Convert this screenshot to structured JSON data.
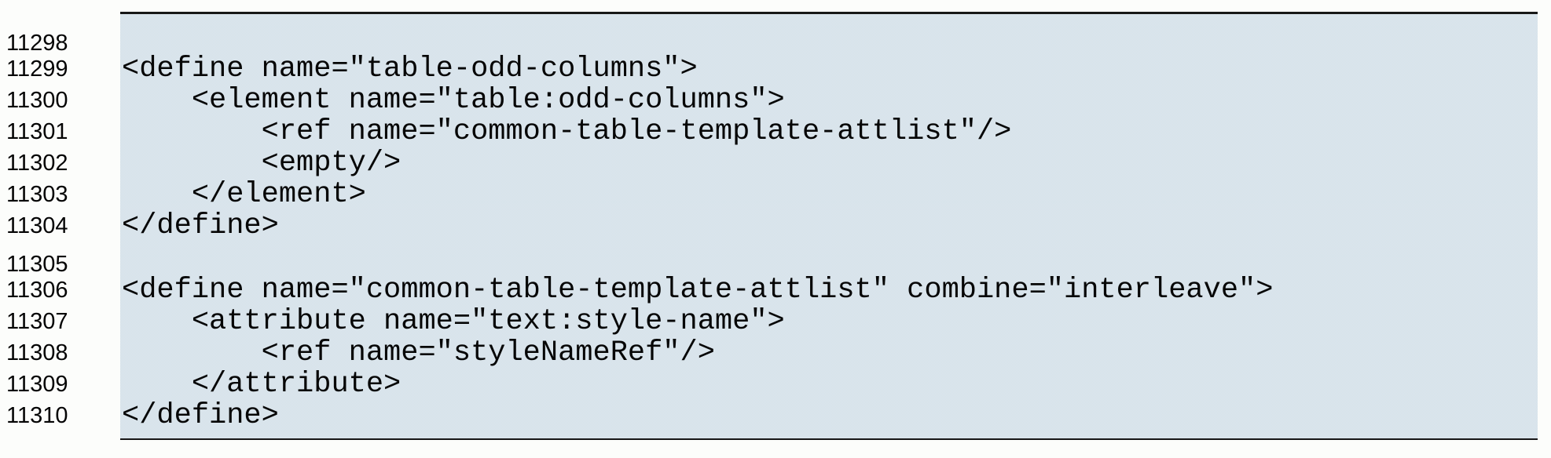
{
  "listing": {
    "description": "RELAX NG schema excerpt with document line numbers",
    "colors": {
      "box_background": "#d9e3ea",
      "rule_border": "#171717",
      "text": "#060606",
      "page_background": "#fcfdfb"
    },
    "lines": [
      {
        "number": "11298",
        "code": ""
      },
      {
        "number": "11299",
        "code": "<define name=\"table-odd-columns\">"
      },
      {
        "number": "11300",
        "code": "    <element name=\"table:odd-columns\">"
      },
      {
        "number": "11301",
        "code": "        <ref name=\"common-table-template-attlist\"/>"
      },
      {
        "number": "11302",
        "code": "        <empty/>"
      },
      {
        "number": "11303",
        "code": "    </element>"
      },
      {
        "number": "11304",
        "code": "</define>"
      },
      {
        "number": "11305",
        "code": ""
      },
      {
        "number": "11306",
        "code": "<define name=\"common-table-template-attlist\" combine=\"interleave\">"
      },
      {
        "number": "11307",
        "code": "    <attribute name=\"text:style-name\">"
      },
      {
        "number": "11308",
        "code": "        <ref name=\"styleNameRef\"/>"
      },
      {
        "number": "11309",
        "code": "    </attribute>"
      },
      {
        "number": "11310",
        "code": "</define>"
      }
    ]
  }
}
